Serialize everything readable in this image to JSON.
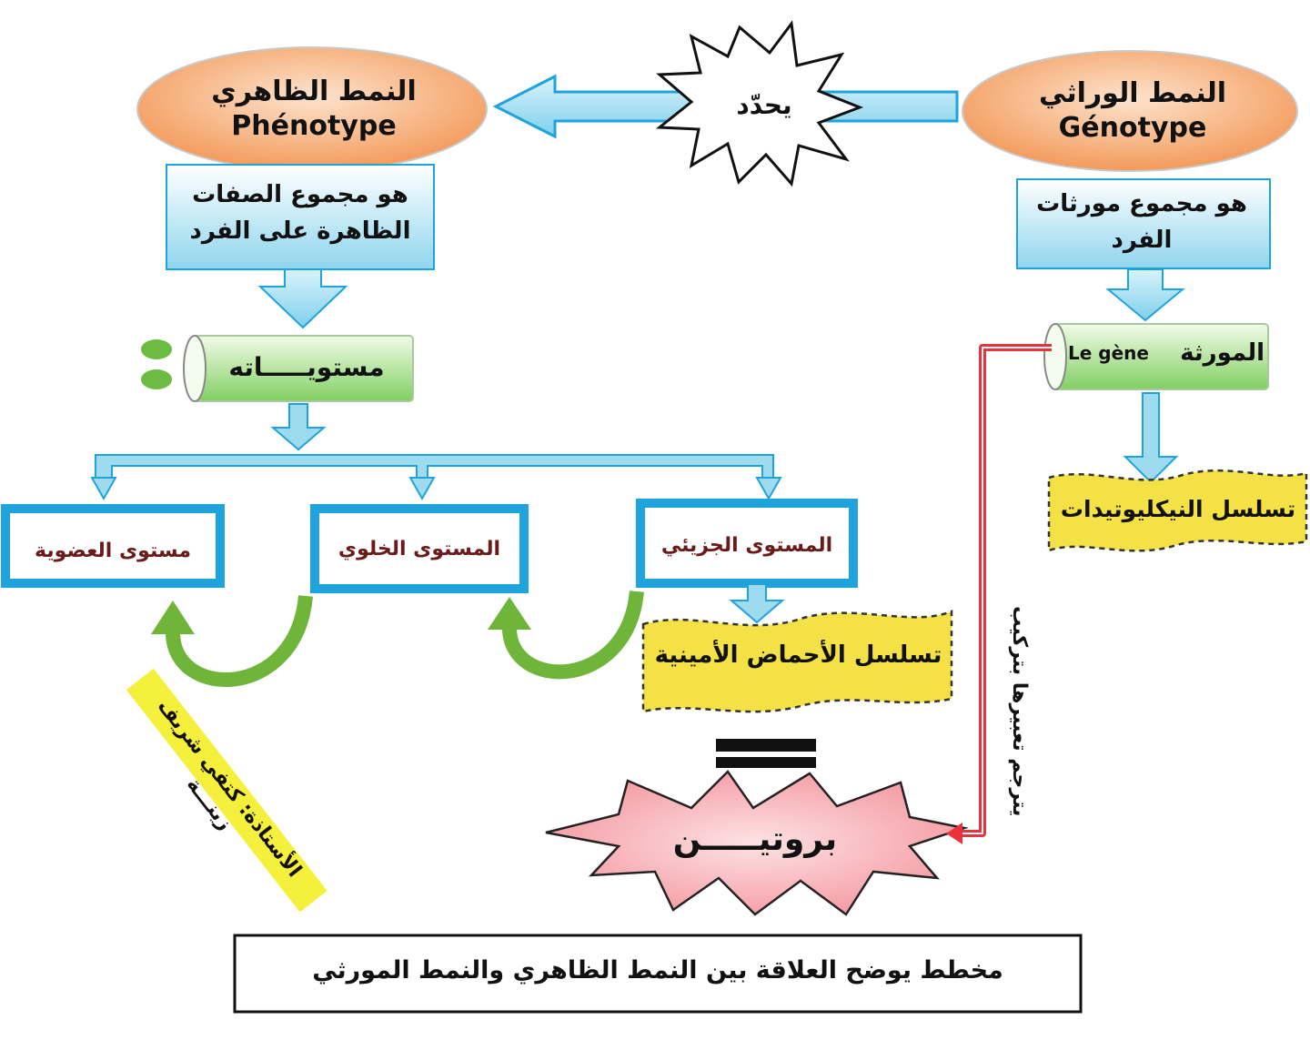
{
  "genotype": {
    "ar": "النمط الوراثي",
    "fr": "Génotype"
  },
  "phenotype": {
    "ar": "النمط الظاهري",
    "fr": "Phénotype"
  },
  "determines": "يحدّد",
  "genotype_def": {
    "line1": "هو مجموع مورثات",
    "line2": "الفرد"
  },
  "phenotype_def": {
    "line1": "هو مجموع الصفات",
    "line2": "الظاهرة على الفرد"
  },
  "gene": {
    "ar": "المورثة",
    "fr": "Le gène"
  },
  "levels": "مستويـــــاته",
  "nucleotides": "تسلسل النيكليوتيدات",
  "molecular_level": "المستوى الجزيئي",
  "cellular_level": "المستوى الخلوي",
  "organism_level": "مستوى العضوية",
  "amino_acids": "تسلسل الأحماض الأمينية",
  "protein": "بروتيـــــن",
  "translation_note": "يترجم تعبيرها بتركيب",
  "author": "الأستاذة: كتفي شريف زينـــة",
  "caption": "مخطط يوضح العلاقة بين النمط الظاهري والنمط المورثي",
  "colors": {
    "ellipse": "#f6a96c",
    "light_blue": "#9fdbee",
    "blue_border": "#1fa3dc",
    "green": "#8cd26e",
    "yellow": "#f3e146",
    "pink": "#f8b7bd",
    "red_line": "#e8333d",
    "green_arrow": "#6fb53a"
  }
}
